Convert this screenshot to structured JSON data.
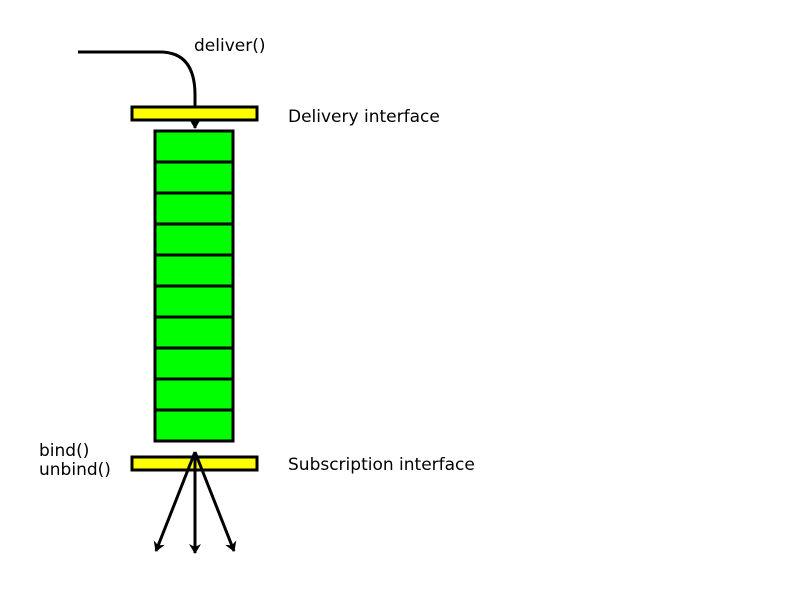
{
  "labels": {
    "deliver": "deliver()",
    "delivery_interface": "Delivery interface",
    "bind": "bind()",
    "unbind": "unbind()",
    "subscription_interface": "Subscription interface"
  },
  "queue": {
    "slot_count": 10
  },
  "colors": {
    "interface_bar": "#ffff00",
    "queue_slot": "#00ff00",
    "stroke": "#000000",
    "background": "#ffffff"
  }
}
